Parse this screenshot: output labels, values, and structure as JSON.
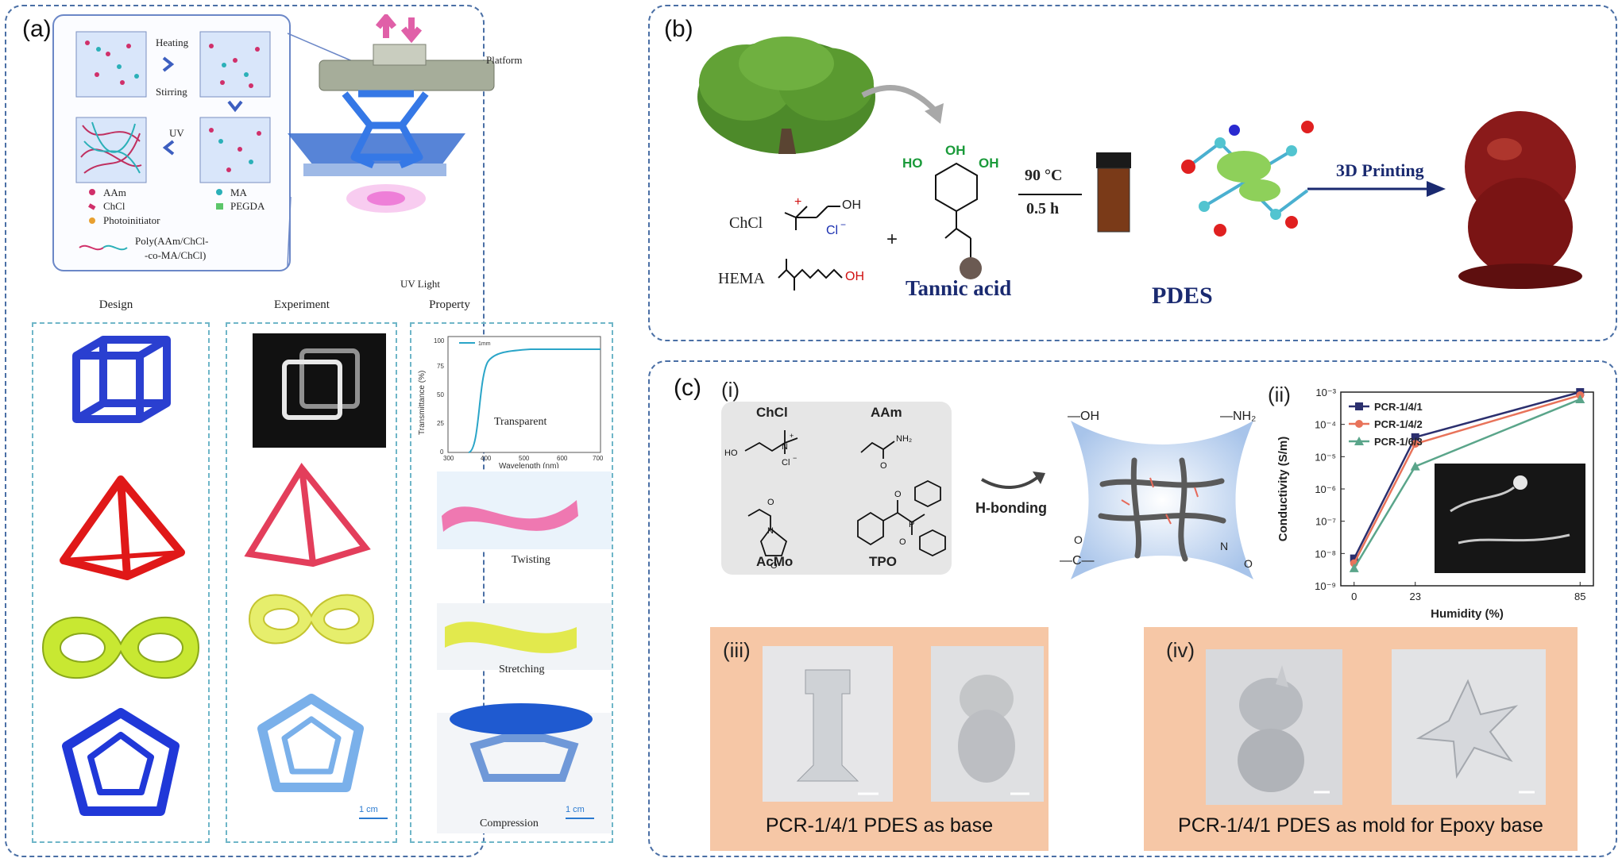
{
  "panel_a": {
    "label": "(a)",
    "schematic": {
      "heating": "Heating",
      "stirring": "Stirring",
      "uv": "UV",
      "legend": {
        "aam": "AAm",
        "chcl": "ChCl",
        "photoinitiator": "Photoinitiator",
        "ma": "MA",
        "pegda": "PEGDA",
        "polymer_line1": "Poly(AAm/ChCl-",
        "polymer_line2": "-co-MA/ChCl)"
      },
      "platform": "Platform",
      "uv_light": "UV Light"
    },
    "columns": {
      "design": "Design",
      "experiment": "Experiment",
      "property": "Property"
    },
    "property_labels": {
      "transparent": "Transparent",
      "twisting": "Twisting",
      "stretching": "Stretching",
      "compression": "Compression"
    },
    "transmittance_chart": {
      "ylabel": "Transmittance (%)",
      "xlabel": "Wavelength (nm)",
      "xticks": [
        "300",
        "400",
        "500",
        "600",
        "700"
      ],
      "yticks": [
        "0",
        "25",
        "50",
        "75",
        "100"
      ],
      "legend": "1mm"
    },
    "scale_bars": {
      "experiment": "1 cm",
      "property": "1 cm"
    }
  },
  "panel_b": {
    "label": "(b)",
    "chcl": "ChCl",
    "hema": "HEMA",
    "chcl_ions": {
      "plus": "+",
      "cl": "Cl",
      "minus": "−",
      "oh": "OH"
    },
    "hema_oh": "OH",
    "plus": "+",
    "ta_groups": {
      "oh": "OH",
      "ho": "HO"
    },
    "tannic_acid": "Tannic acid",
    "condition_temp": "90 °C",
    "condition_time": "0.5 h",
    "pdes": "PDES",
    "printing": "3D Printing"
  },
  "panel_c": {
    "label": "(c)",
    "sub_i": "(i)",
    "sub_ii": "(ii)",
    "sub_iii": "(iii)",
    "sub_iv": "(iv)",
    "chem": {
      "chcl": "ChCl",
      "aam": "AAm",
      "acmo": "AcMo",
      "tpo": "TPO",
      "chcl_n": "N",
      "chcl_plus": "+",
      "chcl_ho": "HO",
      "chcl_cl": "Cl",
      "chcl_minus": "−",
      "aam_nh2": "NH₂",
      "aam_o": "O",
      "acmo_n": "N",
      "acmo_o1": "O",
      "acmo_o2": "O",
      "tpo_o1": "O",
      "tpo_o2": "O",
      "tpo_p": "P"
    },
    "hbonding": "H-bonding",
    "network_groups": {
      "oh": "—OH",
      "nh2": "—NH₂",
      "carbonyl_o": "O",
      "carbonyl_c": "—C—",
      "n": "N",
      "o": "O"
    },
    "captions": {
      "iii": "PCR-1/4/1 PDES as base",
      "iv": "PCR-1/4/1 PDES as mold for Epoxy base"
    }
  },
  "chart_data": {
    "type": "line",
    "xlabel": "Humidity (%)",
    "ylabel": "Conductivity (S/m)",
    "x": [
      0,
      23,
      85
    ],
    "xticks": [
      "0",
      "23",
      "85"
    ],
    "yscale": "log",
    "ylim": [
      1e-09,
      0.001
    ],
    "yticks": [
      "10⁻⁹",
      "10⁻⁸",
      "10⁻⁷",
      "10⁻⁶",
      "10⁻⁵",
      "10⁻⁴",
      "10⁻³"
    ],
    "legend_position": "top-left",
    "series": [
      {
        "name": "PCR-1/4/1",
        "values": [
          7e-09,
          4e-05,
          0.001
        ],
        "color": "#2b2f6e",
        "marker": "square"
      },
      {
        "name": "PCR-1/4/2",
        "values": [
          5e-09,
          2.5e-05,
          0.0008
        ],
        "color": "#e8735a",
        "marker": "circle"
      },
      {
        "name": "PCR-1/6/3",
        "values": [
          3.5e-09,
          5e-06,
          0.0006
        ],
        "color": "#5aa58a",
        "marker": "triangle"
      }
    ]
  }
}
